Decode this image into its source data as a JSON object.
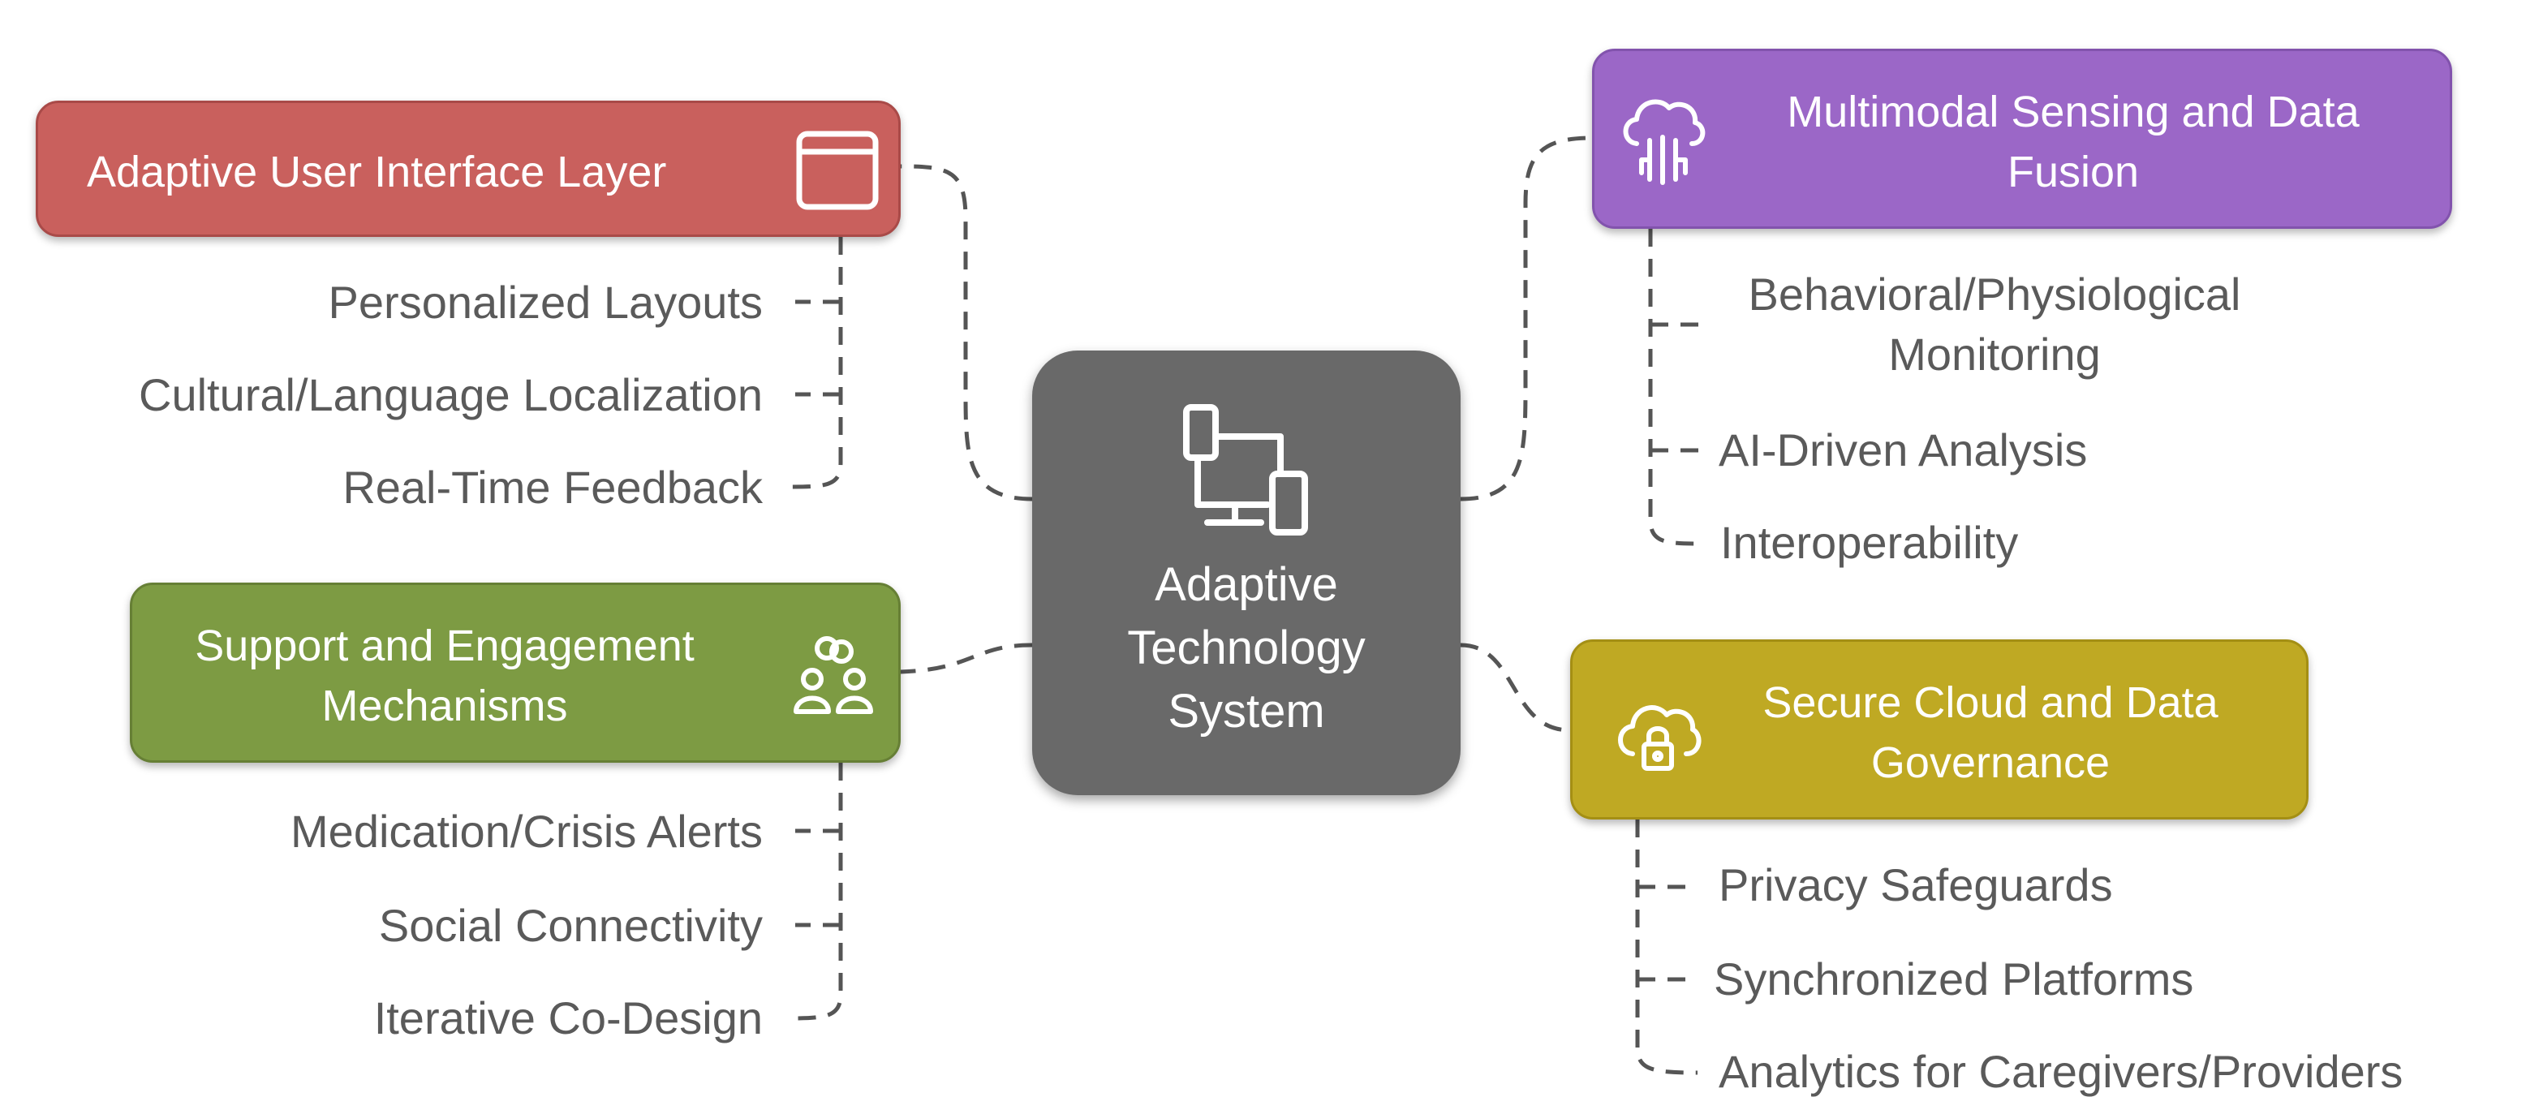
{
  "center": {
    "label_lines": [
      "Adaptive",
      "Technology",
      "System"
    ],
    "color": "#696969",
    "icon": "devices-icon"
  },
  "branches": [
    {
      "id": "ui",
      "title_lines": [
        "Adaptive User Interface Layer"
      ],
      "color": "#c9605d",
      "border": "#a94a48",
      "icon": "window-icon",
      "items": [
        "Personalized Layouts",
        "Cultural/Language Localization",
        "Real-Time Feedback"
      ]
    },
    {
      "id": "support",
      "title_lines": [
        "Support and Engagement",
        "Mechanisms"
      ],
      "color": "#7d9b43",
      "border": "#667f35",
      "icon": "community-icon",
      "items": [
        "Medication/Crisis Alerts",
        "Social Connectivity",
        "Iterative Co-Design"
      ]
    },
    {
      "id": "sensing",
      "title_lines": [
        "Multimodal Sensing and Data",
        "Fusion"
      ],
      "color": "#9b67c7",
      "border": "#8253ad",
      "icon": "cloud-data-icon",
      "items": [
        [
          "Behavioral/Physiological",
          "Monitoring"
        ],
        "AI-Driven Analysis",
        "Interoperability"
      ]
    },
    {
      "id": "secure",
      "title_lines": [
        "Secure Cloud and Data",
        "Governance"
      ],
      "color": "#bfa923",
      "border": "#a48f14",
      "icon": "cloud-lock-icon",
      "items": [
        "Privacy Safeguards",
        "Synchronized Platforms",
        "Analytics for Caregivers/Providers"
      ]
    }
  ]
}
